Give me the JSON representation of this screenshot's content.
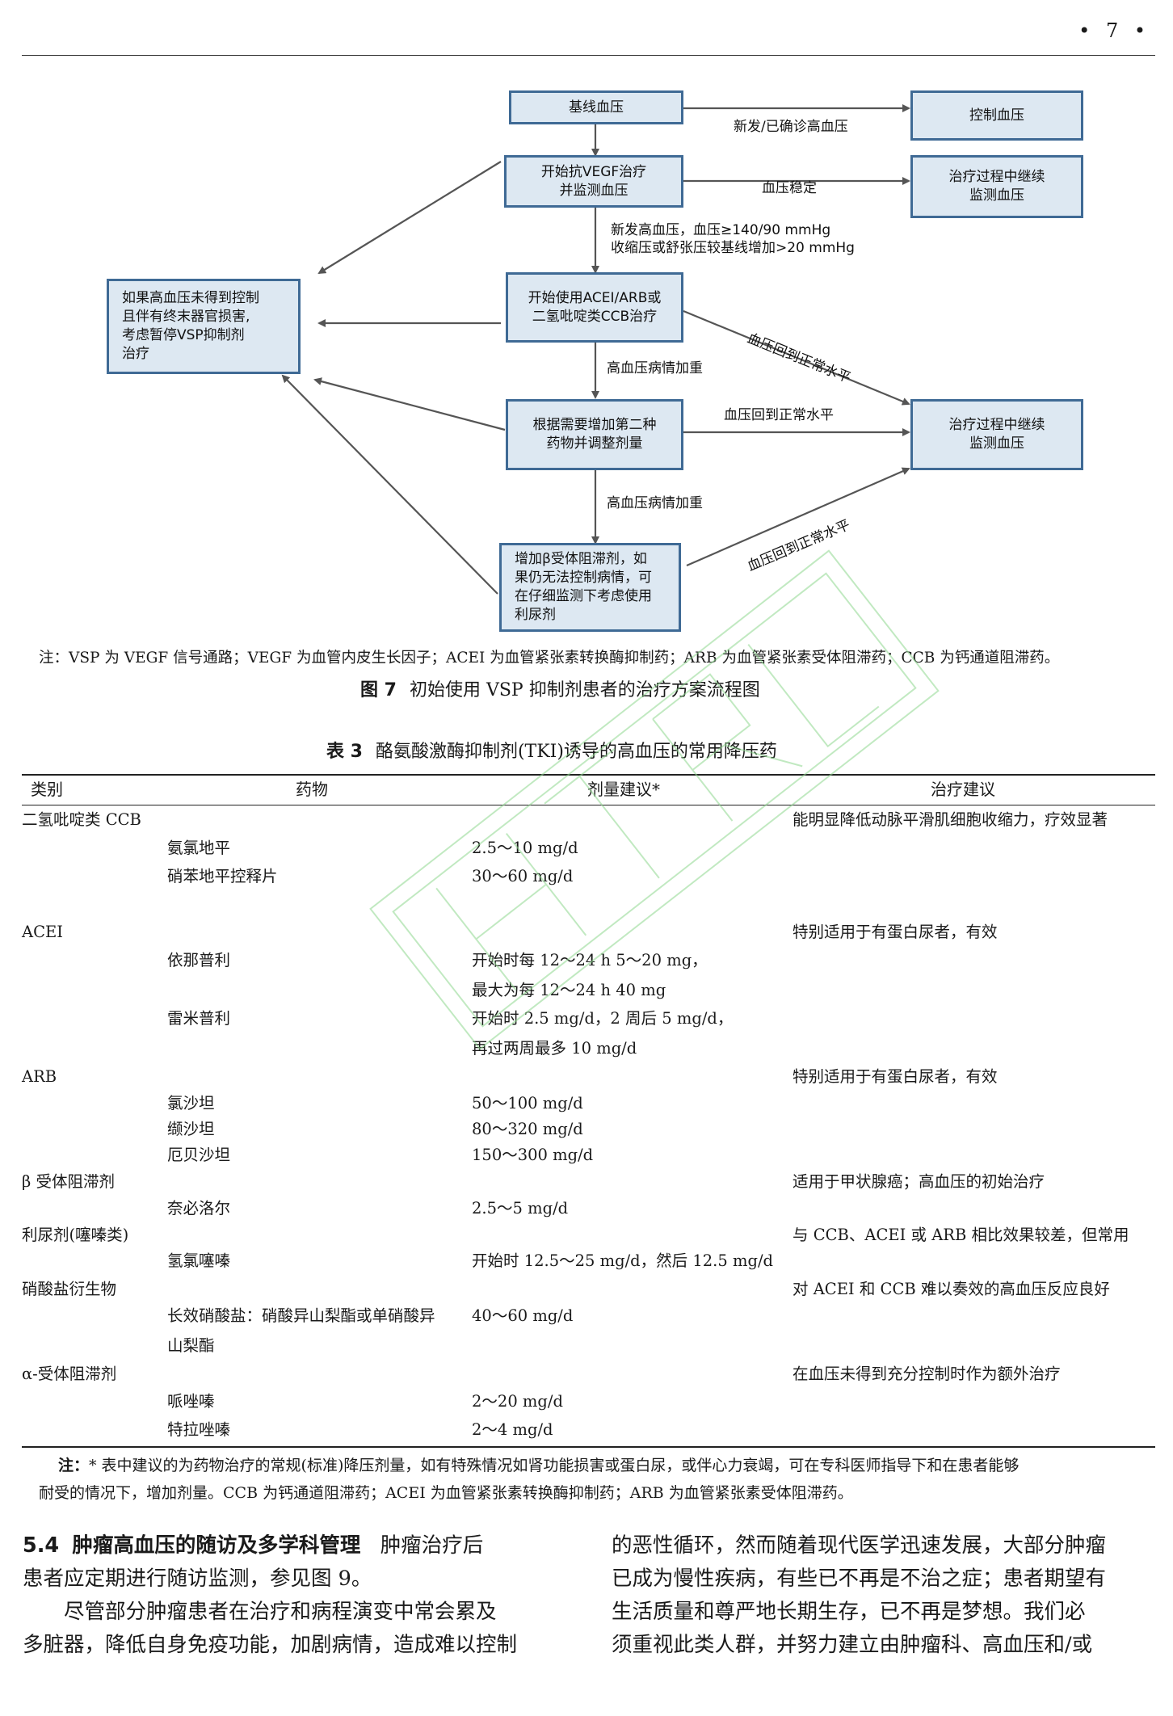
{
  "page": {
    "number": "• 7 •"
  },
  "figure": {
    "boxes": {
      "baseline": "基线血压",
      "control": "控制血压",
      "start_vegf": "开始抗VEGF治疗\n并监测血压",
      "continue_monitor_1": "治疗过程中继续\n监测血压",
      "start_acei": "开始使用ACEI/ARB或\n二氢吡啶类CCB治疗",
      "consider_stop": "如果高血压未得到控制\n且伴有终末器官损害,\n考虑暂停VSP抑制剂\n治疗",
      "add_second": "根据需要增加第二种\n药物并调整剂量",
      "continue_monitor_2": "治疗过程中继续\n监测血压",
      "add_beta": "增加β受体阻滞剂，如\n果仍无法控制病情，可\n在仔细监测下考虑使用\n利尿剂"
    },
    "labels": {
      "new_confirmed": "新发/已确诊高血压",
      "bp_stable": "血压稳定",
      "new_htn_criteria": "新发高血压，血压≥140/90 mmHg\n收缩压或舒张压较基线增加>20 mmHg",
      "worsen_1": "高血压病情加重",
      "worsen_2": "高血压病情加重",
      "normal_diag_1": "血压回到正常水平",
      "normal_horiz": "血压回到正常水平",
      "normal_diag_2": "血压回到正常水平"
    },
    "note": "注：VSP 为 VEGF 信号通路；VEGF 为血管内皮生长因子；ACEI 为血管紧张素转换酶抑制药；ARB 为血管紧张素受体阻滞药；CCB 为钙通道阻滞药。",
    "caption_label": "图 7",
    "caption_text": "初始使用 VSP 抑制剂患者的治疗方案流程图"
  },
  "table": {
    "caption_label": "表 3",
    "caption_text": "酪氨酸激酶抑制剂(TKI)诱导的高血压的常用降压药",
    "headers": [
      "类别",
      "药物",
      "剂量建议*",
      "治疗建议"
    ],
    "rows": [
      {
        "cat": "二氢吡啶类 CCB",
        "drug": "",
        "dose": "",
        "advice": "能明显降低动脉平滑肌细胞收缩力，疗效显著"
      },
      {
        "cat": "",
        "drug": "氨氯地平",
        "dose": "2.5～10 mg/d",
        "advice": ""
      },
      {
        "cat": "",
        "drug": "硝苯地平控释片",
        "dose": "30～60 mg/d",
        "advice": ""
      },
      {
        "cat": "ACEI",
        "drug": "",
        "dose": "",
        "advice": "特别适用于有蛋白尿者，有效"
      },
      {
        "cat": "",
        "drug": "依那普利",
        "dose": "开始时每 12～24 h 5～20 mg，",
        "advice": ""
      },
      {
        "cat": "",
        "drug": "",
        "dose": "最大为每 12～24 h 40 mg",
        "advice": ""
      },
      {
        "cat": "",
        "drug": "雷米普利",
        "dose": "开始时 2.5 mg/d，2 周后 5 mg/d，",
        "advice": ""
      },
      {
        "cat": "",
        "drug": "",
        "dose": "再过两周最多 10 mg/d",
        "advice": ""
      },
      {
        "cat": "ARB",
        "drug": "",
        "dose": "",
        "advice": "特别适用于有蛋白尿者，有效"
      },
      {
        "cat": "",
        "drug": "氯沙坦",
        "dose": "50～100 mg/d",
        "advice": ""
      },
      {
        "cat": "",
        "drug": "缬沙坦",
        "dose": "80～320 mg/d",
        "advice": ""
      },
      {
        "cat": "",
        "drug": "厄贝沙坦",
        "dose": "150～300 mg/d",
        "advice": ""
      },
      {
        "cat": "β 受体阻滞剂",
        "drug": "",
        "dose": "",
        "advice": "适用于甲状腺癌；高血压的初始治疗"
      },
      {
        "cat": "",
        "drug": "奈必洛尔",
        "dose": "2.5～5 mg/d",
        "advice": ""
      },
      {
        "cat": "利尿剂(噻嗪类)",
        "drug": "",
        "dose": "",
        "advice": "与 CCB、ACEI 或 ARB 相比效果较差，但常用"
      },
      {
        "cat": "",
        "drug": "氢氯噻嗪",
        "dose": "开始时 12.5～25 mg/d，然后 12.5 mg/d",
        "advice": ""
      },
      {
        "cat": "硝酸盐衍生物",
        "drug": "",
        "dose": "",
        "advice": "对 ACEI 和 CCB 难以奏效的高血压反应良好"
      },
      {
        "cat": "",
        "drug": "长效硝酸盐：硝酸异山梨酯或单硝酸异",
        "dose": "40～60 mg/d",
        "advice": ""
      },
      {
        "cat": "",
        "drug": "山梨酯",
        "dose": "",
        "advice": ""
      },
      {
        "cat": "α-受体阻滞剂",
        "drug": "",
        "dose": "",
        "advice": "在血压未得到充分控制时作为额外治疗"
      },
      {
        "cat": "",
        "drug": "哌唑嗪",
        "dose": "2～20 mg/d",
        "advice": ""
      },
      {
        "cat": "",
        "drug": "特拉唑嗪",
        "dose": "2～4 mg/d",
        "advice": ""
      }
    ],
    "note_label": "注：",
    "note_line1": "* 表中建议的为药物治疗的常规(标准)降压剂量，如有特殊情况如肾功能损害或蛋白尿，或伴心力衰竭，可在专科医师指导下和在患者能够",
    "note_line2": "耐受的情况下，增加剂量。CCB 为钙通道阻滞药；ACEI 为血管紧张素转换酶抑制药；ARB 为血管紧张素受体阻滞药。"
  },
  "body": {
    "section_number": "5.4",
    "section_title": "肿瘤高血压的随访及多学科管理",
    "left_lines": [
      "肿瘤治疗后",
      "患者应定期进行随访监测，参见图 9。",
      "尽管部分肿瘤患者在治疗和病程演变中常会累及",
      "多脏器，降低自身免疫功能，加剧病情，造成难以控制"
    ],
    "right_lines": [
      "的恶性循环，然而随着现代医学迅速发展，大部分肿瘤",
      "已成为慢性疾病，有些已不再是不治之症；患者期望有",
      "生活质量和尊严地长期生存，已不再是梦想。我们必",
      "须重视此类人群，并努力建立由肿瘤科、高血压和/或"
    ]
  },
  "colors": {
    "box_fill": "#dde8f2",
    "box_border": "#3f6a95",
    "arrow": "#555555",
    "watermark": "#8fd88f"
  }
}
